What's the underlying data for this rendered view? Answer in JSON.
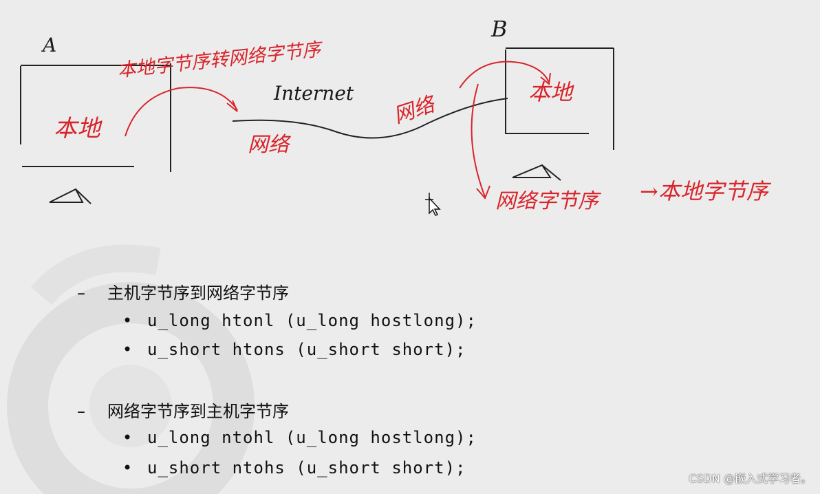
{
  "diagram": {
    "host_a_label": "A",
    "host_b_label": "B",
    "internet_label": "Internet",
    "local_a": "本地",
    "local_b": "本地",
    "network_left": "网络",
    "network_right": "网络",
    "annotation_top": "本地字节序转网络字节序",
    "annotation_bottom_left": "网络字节序",
    "annotation_bottom_right": "→本地字节序"
  },
  "sections": [
    {
      "heading": "主机字节序到网络字节序",
      "items": [
        "u_long htonl (u_long hostlong);",
        "u_short htons (u_short short);"
      ]
    },
    {
      "heading": "网络字节序到主机字节序",
      "items": [
        "u_long ntohl (u_long hostlong);",
        "u_short ntohs (u_short short);"
      ]
    }
  ],
  "credit": "CSDN @嵌入式学习者。",
  "colors": {
    "background": "#ececec",
    "ink_red": "#d8242a",
    "ink_black": "#1a1a1a"
  }
}
